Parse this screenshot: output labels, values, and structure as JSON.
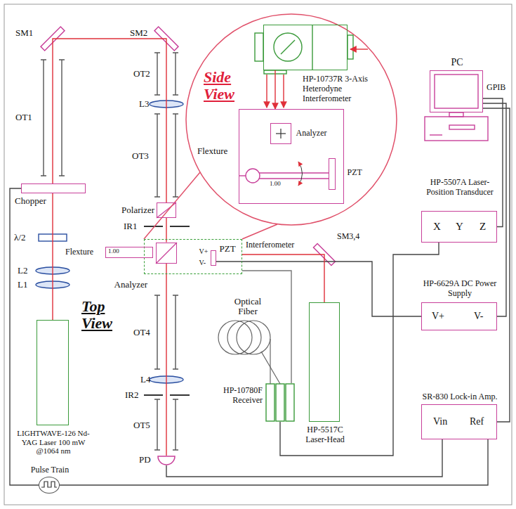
{
  "diagram": {
    "nodes": [
      {
        "text": [
          "HP-10737R 3-Axis Heterodyne Interferometer"
        ]
      },
      {
        "text": [
          "Flexture"
        ]
      },
      {
        "text": [
          "Analyzer"
        ],
        "in": 1
      },
      {
        "text": [
          "PZT"
        ],
        "in": 1
      },
      {
        "text": [
          "PC"
        ]
      },
      {
        "text": [
          "HP-5507A Laser-Position Transducer",
          "X",
          "Y",
          "Z"
        ]
      },
      {
        "text": [
          "Chopper"
        ]
      },
      {
        "text": [
          "Polarizer"
        ]
      },
      {
        "text": [
          "Interferometer"
        ]
      },
      {
        "text": [
          "Flexture"
        ]
      },
      {
        "text": [
          "Analyzer"
        ],
        "in": 8
      },
      {
        "text": [
          "PZT",
          "V+",
          "V-"
        ],
        "in": 8
      },
      {
        "text": [
          "HP-6629A DC Power Supply",
          "V+",
          "V-"
        ]
      },
      {
        "text": [
          "HP-10780F Receiver"
        ]
      },
      {
        "text": [
          "HP-5517C Laser-Head"
        ]
      },
      {
        "text": [
          "LIGHTWAVE-126 Nd-YAG Laser 100 mW @1064 nm"
        ]
      },
      {
        "text": [
          "SR-830 Lock-in Amp.",
          "Vin",
          "Ref"
        ]
      },
      {
        "text": [
          "PD"
        ]
      },
      {
        "text": [
          "Pulse Train"
        ]
      }
    ],
    "edges": [
      {
        "from": 0,
        "to": 1,
        "arrow": "to"
      },
      {
        "from": 15,
        "to": 6,
        "arrow": "none"
      },
      {
        "from": 6,
        "to": 7,
        "arrow": "none"
      },
      {
        "from": 7,
        "to": 10,
        "arrow": "none"
      },
      {
        "from": 10,
        "to": 17,
        "arrow": "none"
      },
      {
        "from": 18,
        "to": 6,
        "arrow": "none"
      },
      {
        "from": 18,
        "to": 16,
        "arrow": "none"
      },
      {
        "from": 17,
        "to": 16,
        "arrow": "none"
      },
      {
        "from": 4,
        "to": 5,
        "arrow": "none"
      },
      {
        "from": 4,
        "to": 12,
        "arrow": "none"
      },
      {
        "from": 4,
        "to": 16,
        "arrow": "none"
      },
      {
        "from": 13,
        "to": 5,
        "arrow": "none"
      },
      {
        "from": 12,
        "to": 11,
        "arrow": "none"
      },
      {
        "from": 14,
        "to": 8,
        "arrow": "none"
      },
      {
        "from": 13,
        "to": 8,
        "arrow": "none"
      }
    ],
    "labels": [
      "SM1",
      "SM2",
      "OT1",
      "OT2",
      "L3",
      "OT3",
      "IR1",
      "λ/2",
      "L2",
      "L1",
      "OT4",
      "L4",
      "IR2",
      "OT5",
      "SM3,4",
      "Optical Fiber",
      "Side View",
      "Top View",
      "GPIB",
      "1.00",
      "1.00"
    ]
  }
}
